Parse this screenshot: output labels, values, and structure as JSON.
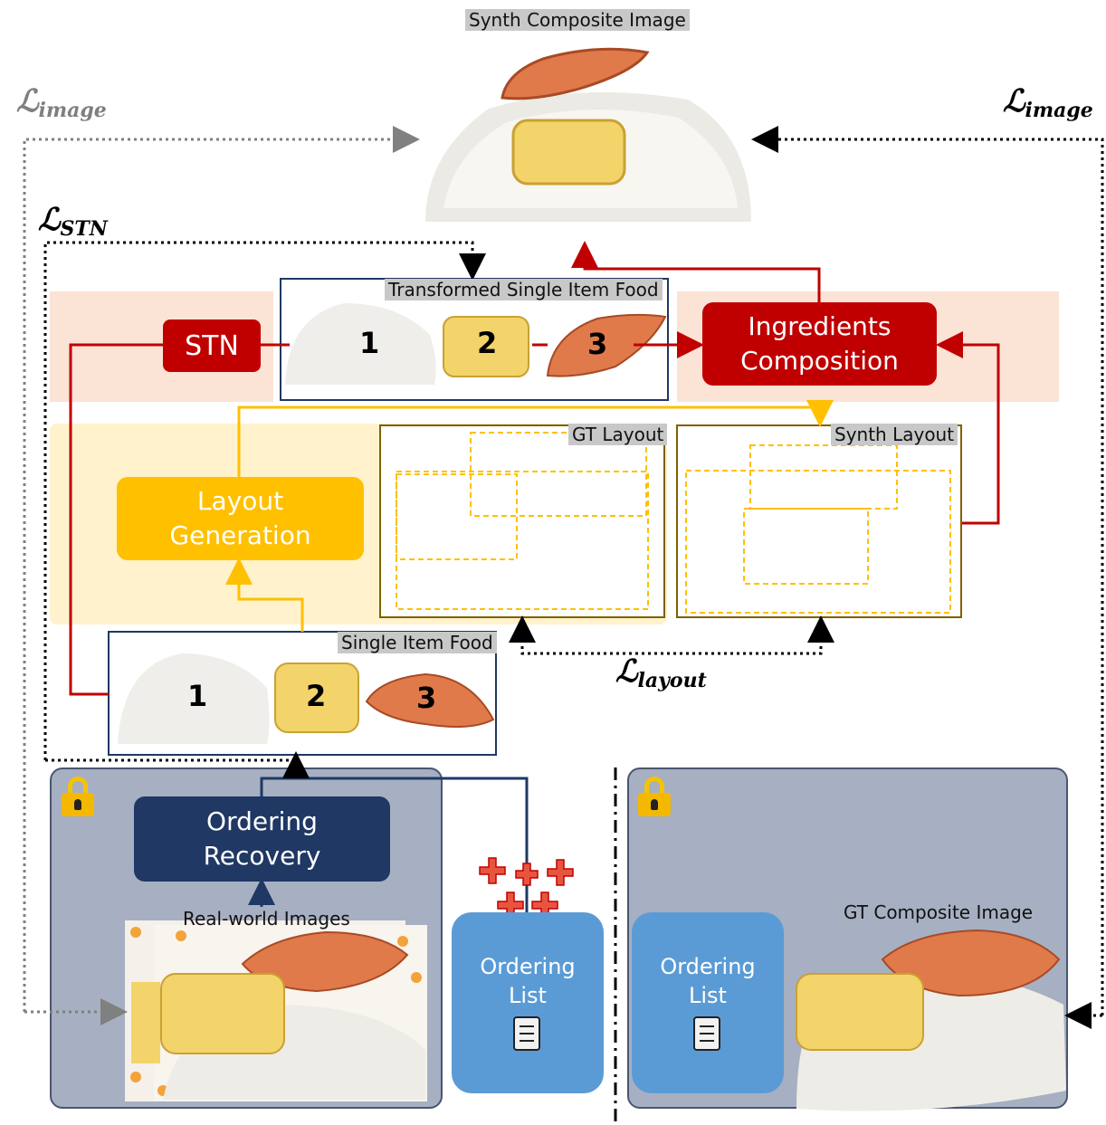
{
  "labels": {
    "synth_composite": "Synth Composite Image",
    "transformed_single": "Transformed Single Item Food",
    "gt_layout": "GT Layout",
    "synth_layout": "Synth  Layout",
    "single_item": "Single Item Food",
    "real_world": "Real-world Images",
    "gt_composite": "GT Composite Image"
  },
  "modules": {
    "stn": "STN",
    "ingredients": "Ingredients\nComposition",
    "layout_gen": "Layout\nGeneration",
    "ordering_recovery": "Ordering\nRecovery",
    "ordering_list_left": "Ordering\nList",
    "ordering_list_right": "Ordering\nList"
  },
  "losses": {
    "image_left": {
      "symbol": "ℒ",
      "sub": "image"
    },
    "image_right": {
      "symbol": "ℒ",
      "sub": "image"
    },
    "stn": {
      "symbol": "ℒ",
      "sub": "STN"
    },
    "layout": {
      "symbol": "ℒ",
      "sub": "layout"
    }
  },
  "item_numbers": {
    "transformed": [
      "1",
      "2",
      "3"
    ],
    "single": [
      "1",
      "2",
      "3"
    ]
  },
  "colors": {
    "red": "#c00000",
    "yellow": "#ffc000",
    "navy": "#1f3864",
    "blue_box": "#5b9bd5",
    "lock_panel": "#a6b0c2",
    "pink_band": "#fbe3d6",
    "yellow_band": "#fff2cc"
  }
}
